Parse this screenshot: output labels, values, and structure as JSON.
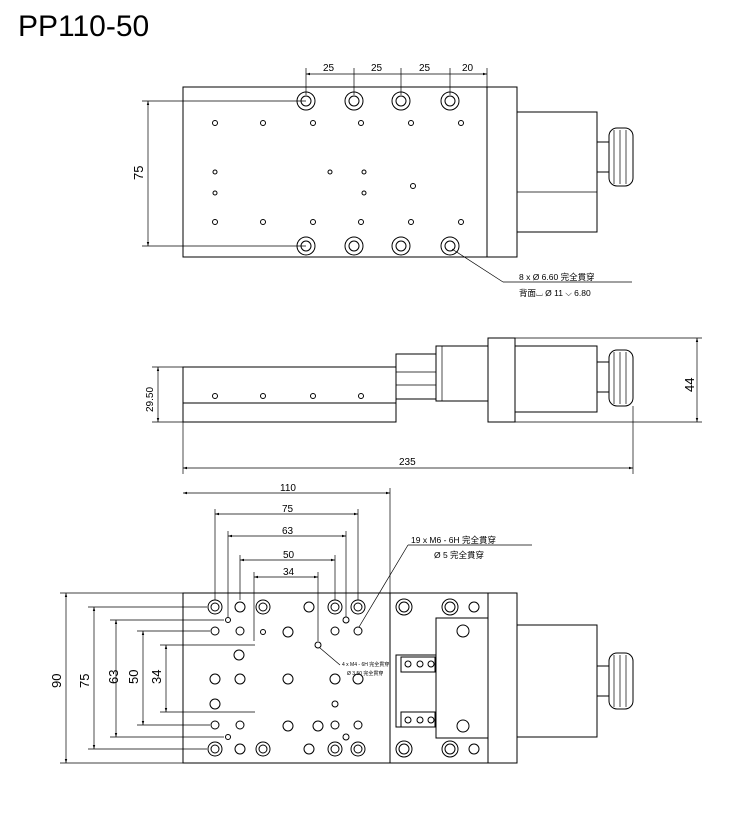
{
  "title": "PP110-50",
  "top_view": {
    "dims_top": [
      "25",
      "25",
      "25",
      "20"
    ],
    "dim_left": "75",
    "callout_line1": "8 x Ø 6.60 完全貫穿",
    "callout_line2": "背面⌴ Ø 11 ⌵ 6.80"
  },
  "side_view": {
    "dim_height_left": "29.50",
    "dim_height_right": "44",
    "dim_length": "235"
  },
  "bottom_view": {
    "dims_horizontal": [
      "110",
      "75",
      "63",
      "50",
      "34"
    ],
    "dims_vertical": [
      "90",
      "75",
      "63",
      "50",
      "34"
    ],
    "callout_line1": "19 x M6 - 6H 完全貫穿",
    "callout_line2": "Ø 5 完全貫穿",
    "small_note1": "4 x M4 - 6H 完全貫穿",
    "small_note2": "Ø 3.50 完全貫穿"
  }
}
